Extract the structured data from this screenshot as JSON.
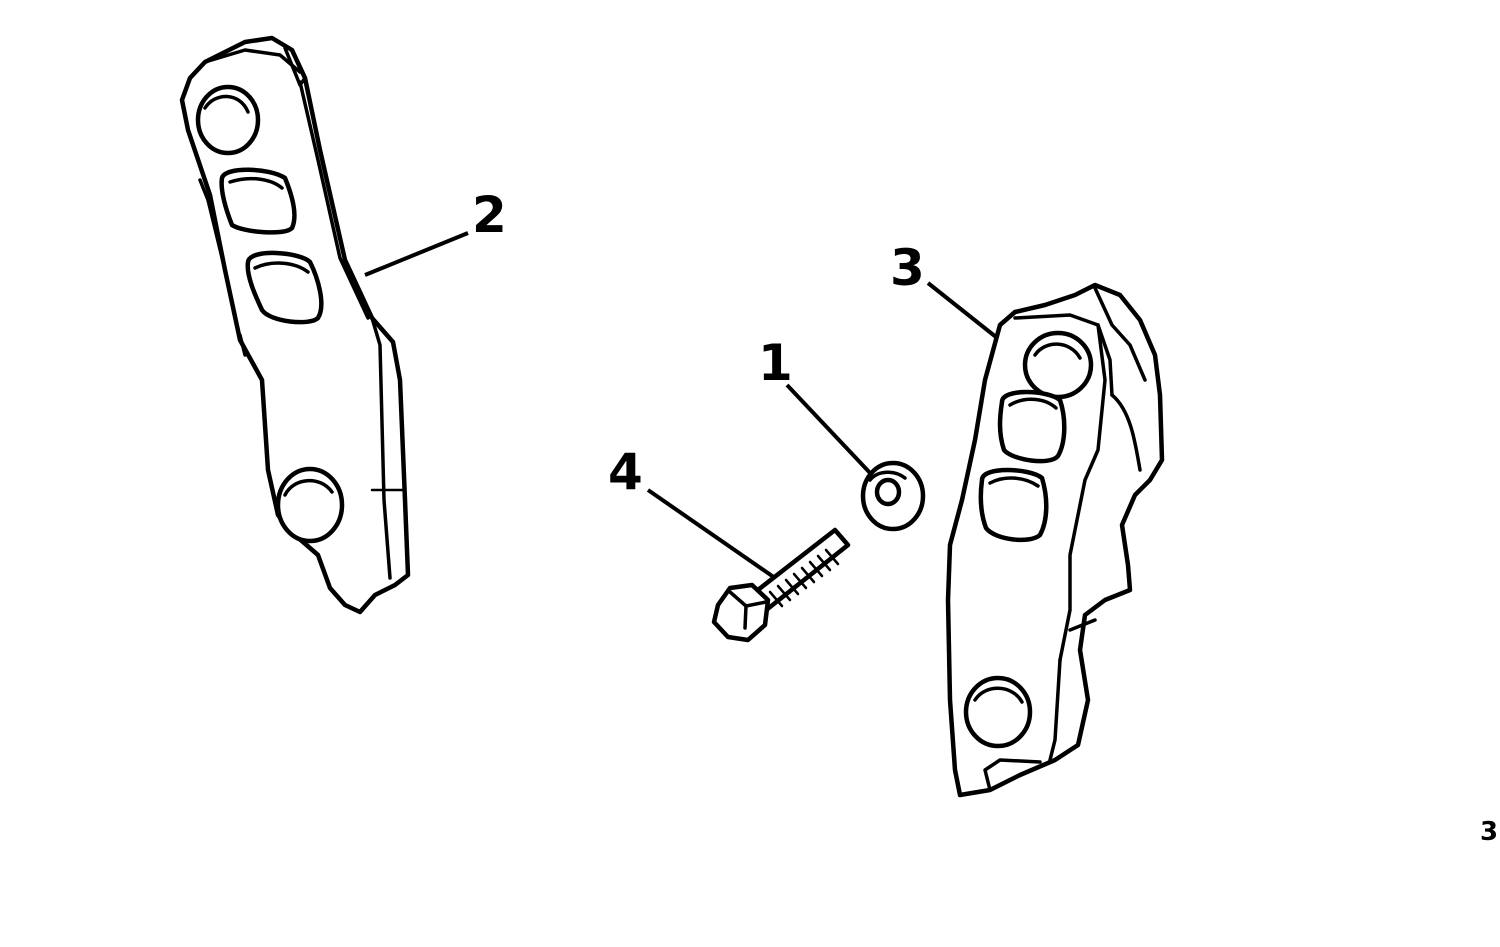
{
  "diagram": {
    "callouts": [
      {
        "id": "washer",
        "label": "1"
      },
      {
        "id": "left-bracket",
        "label": "2"
      },
      {
        "id": "right-bracket",
        "label": "3"
      },
      {
        "id": "bolt",
        "label": "4"
      }
    ],
    "figure_ref": "3"
  }
}
